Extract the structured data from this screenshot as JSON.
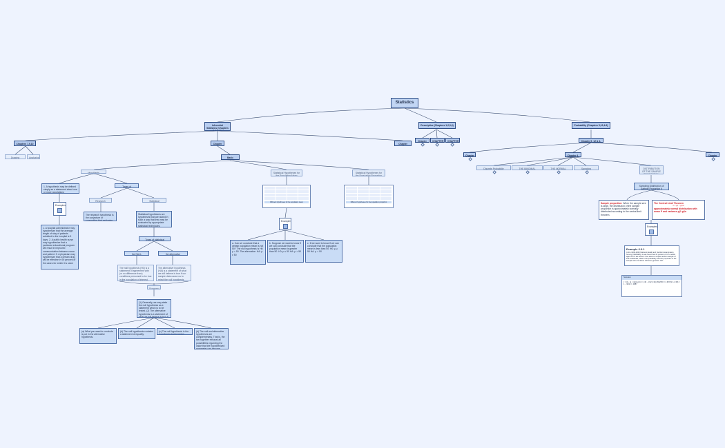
{
  "nodes": {
    "root": "Statistics",
    "inferential": "Inferential Statistics (Chapters 7,8,9,10)",
    "descriptive": "Descriptive (Chapters 1,2,3,4)",
    "probability": "Probability (Chapters 5,12,4-6)",
    "ch7_13": "Chapters 7,9,10",
    "ch7": "Chapter 7",
    "ch1x": "Chapter 1(4)",
    "basic_concepts": "Basic Concepts",
    "drawing_inference": "Drawing Inference",
    "analyzing": "Analyzing",
    "desc_a": "Chapter 1&",
    "desc_b": "CHAPTER 1",
    "desc_c": "CHAPTER 2",
    "ch5_6": "Chapter 5, 12 & 4-6",
    "ch3": "Chapter 3",
    "ch4_6": "Chapter 4-6",
    "ch10": "Chapter 10",
    "hyp_def": "Hypothesis definition",
    "hyp_def_text": "1. A hypothesis may be defined simply as a statement about one or more populations",
    "examples_label": "Examples",
    "examples_text": "1. A hospital administrator may hypothesize that the average length of stay of patients admitted to the hospital is 5 days. 2. A public health nurse may hypothesize that a particular educational program will result in improved communication between nurse and patient. 3. A physician may hypothesize that a certain drug will be effective in 90 percent of the cases for which it is used.",
    "types_hyp": "Types of Hypotheses",
    "research_hyp": "Research Hypotheses",
    "research_text": "The research hypothesis is the conjecture or supposition that motivates the research.",
    "stat_hyp": "Statistical Hypotheses",
    "stat_hyp_text": "Statistical hypotheses are hypotheses that are stated in such a way that they may be evaluated by appropriate statistical techniques.",
    "types_stat": "Types of statistical hypotheses",
    "null_hyp": "the NULL hypothesis",
    "alt_hyp": "the alternative hypothesis",
    "null_text": "The null hypothesis (H0) is a statement of agreement with (or no difference from) conditions presumed to be true in the population of interest.",
    "alt_text": "The alternative hypothesis (HA) is a statement of what we will believe is true if our sample data cause us to reject the null hypothesis.",
    "summary": "Summary",
    "summary_text": "(1) Generally, we may state the null hypothesis as a statement which is to be tested. (2) The alternative hypothesis is a statement of what we will believe is true if our sample data lead us to reject the null hypothesis.",
    "r1": "(a) What you want to conclude is put in the alternative hypothesis.",
    "r2": "(b) The null hypothesis contains a statement of equality.",
    "r3": "(c) The null hypothesis is the hypothesis that is tested.",
    "r4": "(d) The null and alternative hypotheses are complementary. That is, the two together exhaust all possibilities regarding the value that the hypothesized parameter can assume.",
    "mean_head": "Statistical Hypotheses for the Population Mean",
    "mean_table_caption": "Different hypotheses for the population mean",
    "mean_examples": "Examples",
    "m1": "a. Can we conclude that a certain population mean is not 50? The null hypothesis is H0: μ = 50. The alternative: HA: μ ≠ 50",
    "m2": "b. Suppose we want to know if we can conclude that the population mean is greater than 50. H0: μ ≤ 50 HA: μ > 50",
    "m3": "c. If we want to know if we can conclude that the population mean is less than 50: H0: μ ≥ 50 HA: μ < 50",
    "prop_head": "Statistical Hypotheses for the Population Proportion",
    "prop_table_caption": "Different hypotheses for the population proportion",
    "p_a": "Discrete Probability Distributions",
    "p_b": "THE BINOMIAL DISTRIBUTION",
    "p_c": "THE NORMAL DISTRIBUTION",
    "p_d": "Sampling Distributions",
    "p_e": "DISTRIBUTION OF THE SAMPLE PROPORTION",
    "samp_dist": "Sampling Distribution of Sample Proportion p̂",
    "clt_left_title": "Sample proportion:",
    "clt_left_text": "When the sample size is large, the distribution of the sample proportion is approximately normally distributed according to the central limit theorem.",
    "clt_right_title": "The Central Limit Theorem",
    "clt_right_text": "approximately normal distribution with mean P and variance p(1-p)/n",
    "examples3": "Examples",
    "ex631_title": "Example 6.3.1",
    "ex631_text": "In the 1999-2000 National Health and Nutrition Examination Survey (NHANES), it was found that 31 percent of U.S. adults ages 20-74 are obese. If we select a simple random sample of 150 individuals, what is the probability that the proportion in the sample who are obese will be as great as .40?",
    "solution": "Solution",
    "solution_text": "z = (p̂ - p) / √(p(1-p)/n) = (.40 - .31)/√(.31)(.69)/150 = 2.38  P(Z ≥ 2.38) = 1 - .9913 = .0087"
  }
}
